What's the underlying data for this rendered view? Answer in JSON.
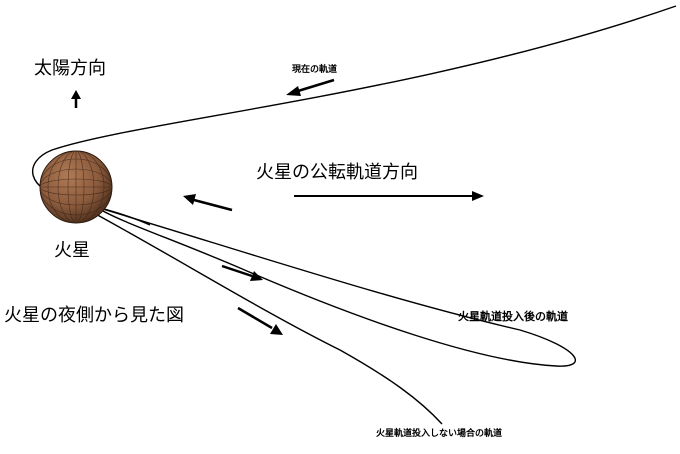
{
  "labels": {
    "sun_direction": "太陽方向",
    "current_orbit": "現在の軌道",
    "mars_orbital_direction": "火星の公転軌道方向",
    "mars": "火星",
    "view_note": "火星の夜側から見た図",
    "orbit_after_insertion": "火星軌道投入後の軌道",
    "orbit_without_insertion": "火星軌道投入しない場合の軌道"
  },
  "colors": {
    "line": "#000000",
    "planet_fill": "#8a5a3c",
    "planet_grid": "#3a2416",
    "background": "#ffffff"
  }
}
